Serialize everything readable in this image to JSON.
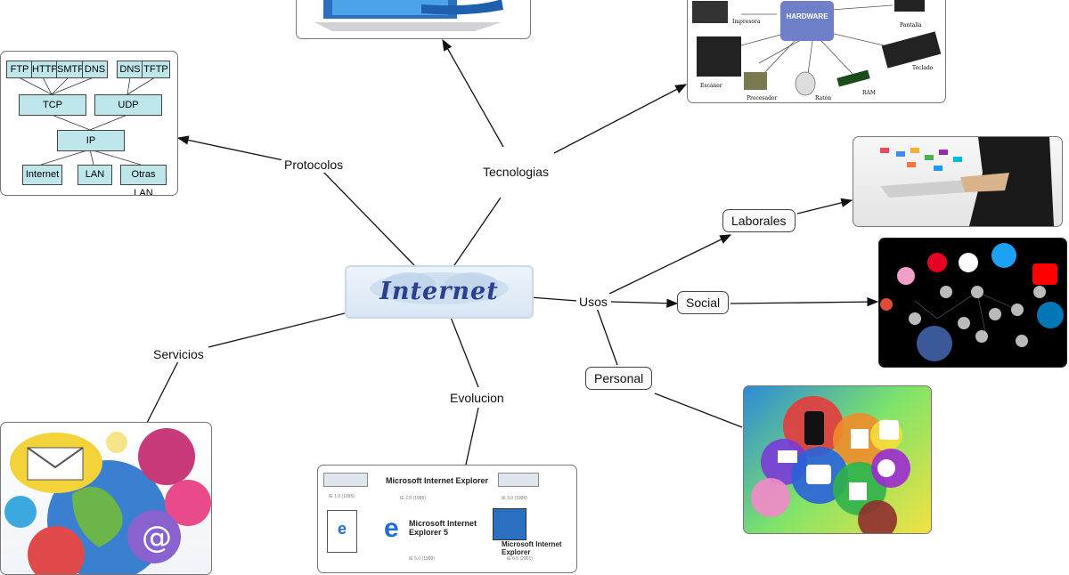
{
  "central": {
    "title": "Internet"
  },
  "labels": {
    "protocolos": "Protocolos",
    "tecnologias": "Tecnologias",
    "servicios": "Servicios",
    "evolucion": "Evolucion",
    "usos": "Usos"
  },
  "use_boxes": {
    "laborales": "Laborales",
    "social": "Social",
    "personal": "Personal"
  },
  "protocols": {
    "app_layer": [
      "FTP",
      "HTTP",
      "SMTP",
      "DNS",
      "DNS",
      "TFTP"
    ],
    "transport": [
      "TCP",
      "UDP"
    ],
    "network": "IP",
    "nets": [
      "Internet",
      "LAN",
      "Otras LAN"
    ]
  },
  "hardware": {
    "title": "HARDWARE",
    "parts": [
      "Impresora",
      "Pantalla",
      "Teclado",
      "Escáner",
      "Procesador",
      "Ratón",
      "RAM"
    ]
  },
  "ie": {
    "logos": [
      "Microsoft Internet Explorer",
      "Microsoft Internet Explorer 5",
      "Microsoft Internet Explorer"
    ],
    "versions": [
      "IE 1.0 (1995)",
      "IE 2.0 (1995)",
      "IE 3.0 (1996)",
      "IE 5.0 (1999)",
      "IE 6.0 (2001)"
    ]
  },
  "personal_icons": [
    "youtube-icon",
    "facebook-icon",
    "twitter-icon",
    "mail-icon",
    "camera-icon",
    "windows-icon",
    "info-icon"
  ],
  "colors": {
    "node_fill": "#d8e6f4",
    "hardware": "#6f7fc8",
    "line": "#111111"
  }
}
